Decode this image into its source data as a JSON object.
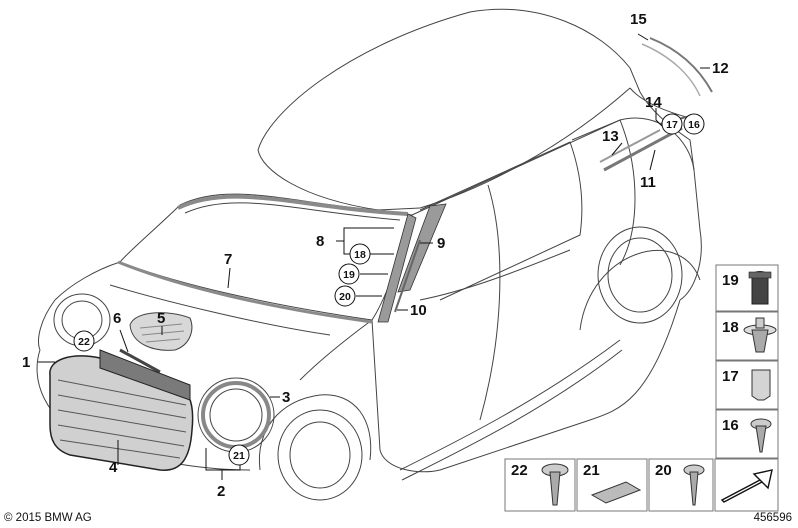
{
  "callouts": [
    {
      "id": "c1",
      "text": "1"
    },
    {
      "id": "c2",
      "text": "2"
    },
    {
      "id": "c3",
      "text": "3"
    },
    {
      "id": "c4",
      "text": "4"
    },
    {
      "id": "c5",
      "text": "5"
    },
    {
      "id": "c6",
      "text": "6"
    },
    {
      "id": "c7",
      "text": "7"
    },
    {
      "id": "c8",
      "text": "8"
    },
    {
      "id": "c9",
      "text": "9"
    },
    {
      "id": "c10",
      "text": "10"
    },
    {
      "id": "c11",
      "text": "11"
    },
    {
      "id": "c12",
      "text": "12"
    },
    {
      "id": "c13",
      "text": "13"
    },
    {
      "id": "c14",
      "text": "14"
    },
    {
      "id": "c15",
      "text": "15"
    }
  ],
  "circled": {
    "c22": "22",
    "c21": "21",
    "c18": "18",
    "c19": "19",
    "c20": "20",
    "c17": "17",
    "c16": "16"
  },
  "legend_side": [
    "19",
    "18",
    "17",
    "16"
  ],
  "legend_bottom": [
    "22",
    "21",
    "20"
  ],
  "footer": {
    "copyright": "© 2015 BMW AG",
    "diagram_number": "456596"
  }
}
